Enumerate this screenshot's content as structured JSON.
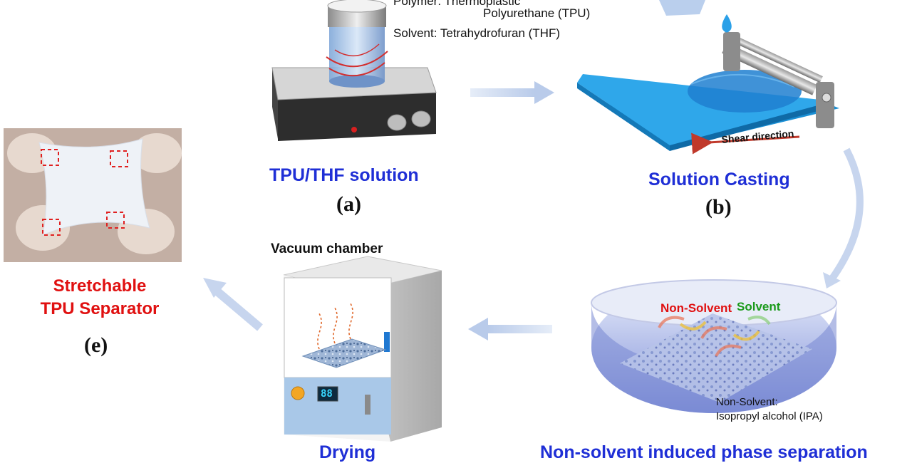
{
  "stage_a": {
    "polymer_line1": "Polymer: Thermoplastic",
    "polymer_line2": "Polyurethane (TPU)",
    "solvent": "Solvent: Tetrahydrofuran (THF)",
    "title": "TPU/THF solution",
    "letter": "(a)"
  },
  "stage_b": {
    "shear_label": "Shear direction",
    "title": "Solution Casting",
    "letter": "(b)"
  },
  "stage_c": {
    "nonsolvent_tag": "Non-Solvent",
    "solvent_tag": "Solvent",
    "nonsolvent_line1": "Non-Solvent:",
    "nonsolvent_line2": "Isopropyl alcohol (IPA)",
    "title": "Non-solvent induced phase separation"
  },
  "stage_d": {
    "chamber_label": "Vacuum chamber",
    "display_value": "88",
    "title": "Drying"
  },
  "stage_e": {
    "title_line1": "Stretchable",
    "title_line2": "TPU Separator",
    "letter": "(e)"
  },
  "colors": {
    "stage_title": "#1f2fd6",
    "separator_title": "#e01010",
    "solvent_tag": "#1a9a1a",
    "shear_arrow": "#c0392b",
    "flow_arrow": "#c7d5ee"
  }
}
